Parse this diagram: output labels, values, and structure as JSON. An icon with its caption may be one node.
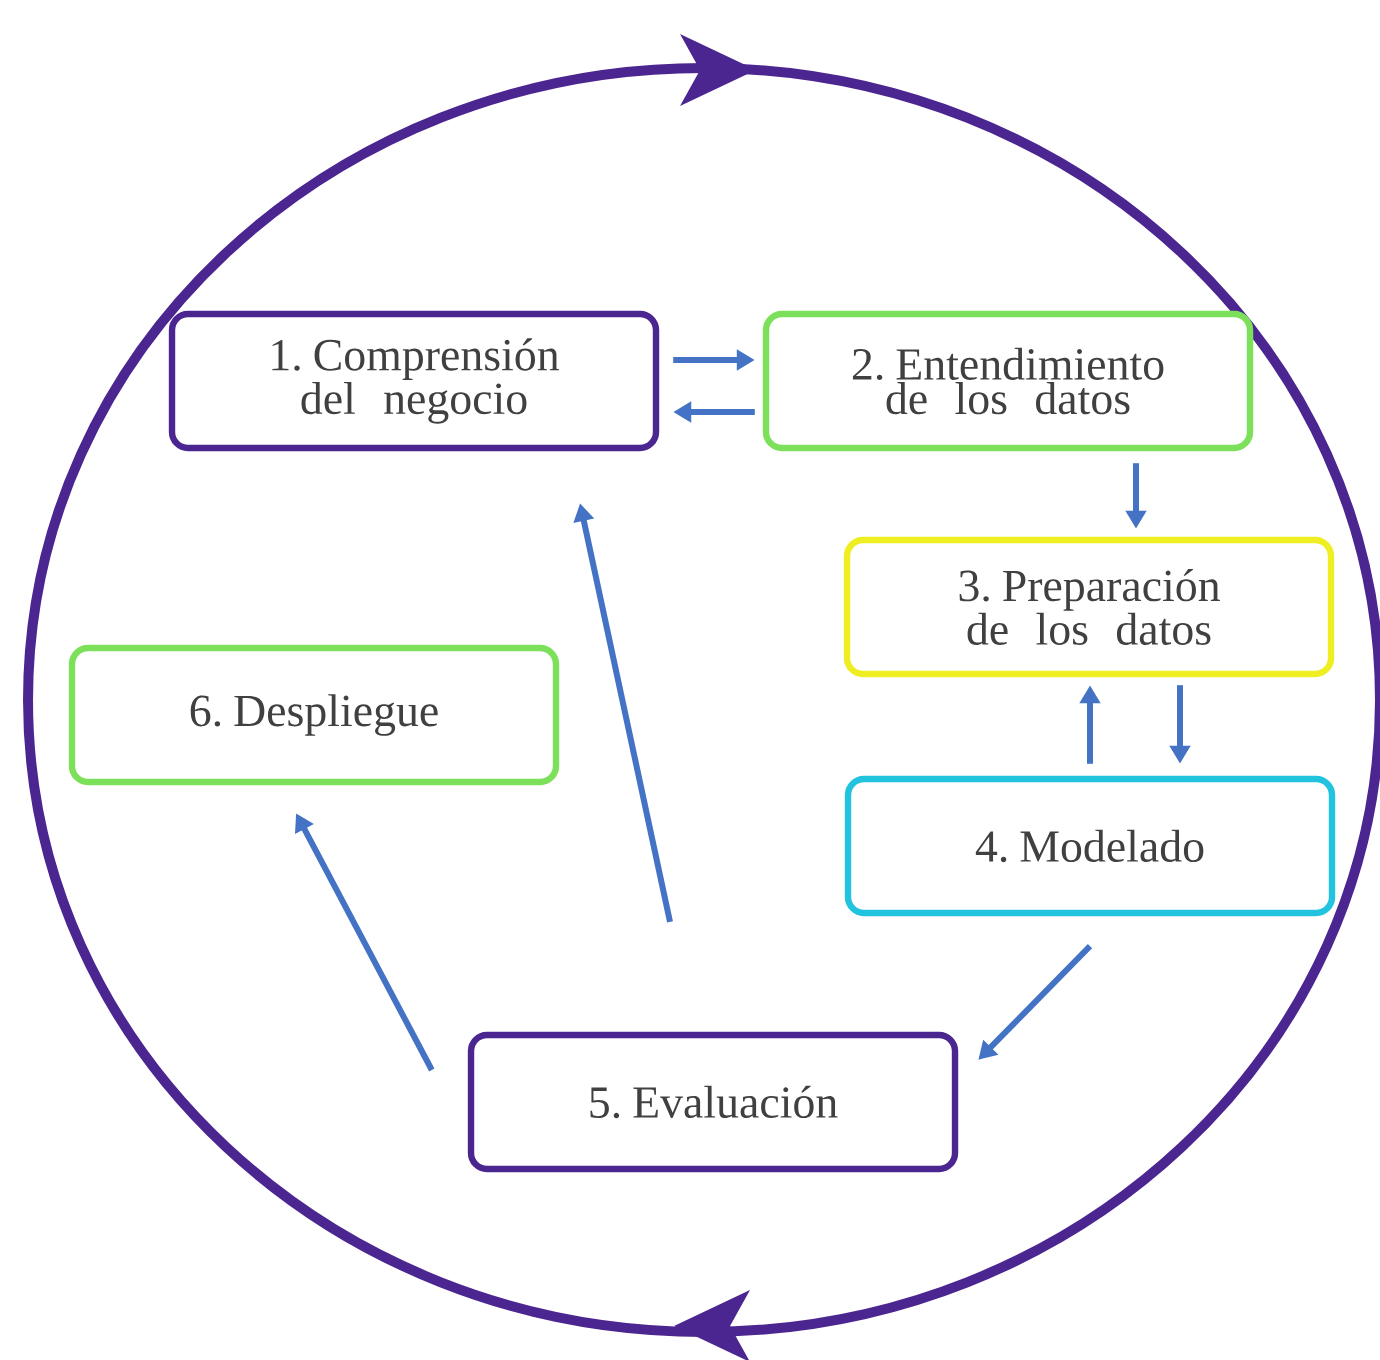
{
  "diagram": {
    "nodes": [
      {
        "text": [
          "1. Comprensión del negocio"
        ]
      },
      {
        "text": [
          "2. Entendimiento de los datos"
        ]
      },
      {
        "text": [
          "3. Preparación de los datos"
        ]
      },
      {
        "text": [
          "4. Modelado"
        ]
      },
      {
        "text": [
          "5. Evaluación"
        ]
      },
      {
        "text": [
          "6. Despliegue"
        ]
      }
    ],
    "edges": [
      {
        "from": 0,
        "to": 1,
        "arrow": "to"
      },
      {
        "from": 1,
        "to": 0,
        "arrow": "to"
      },
      {
        "from": 1,
        "to": 2,
        "arrow": "to"
      },
      {
        "from": 3,
        "to": 2,
        "arrow": "to"
      },
      {
        "from": 2,
        "to": 3,
        "arrow": "to"
      },
      {
        "from": 3,
        "to": 4,
        "arrow": "to"
      },
      {
        "from": 4,
        "to": 0,
        "arrow": "to"
      },
      {
        "from": 4,
        "to": 5,
        "arrow": "to"
      }
    ]
  }
}
